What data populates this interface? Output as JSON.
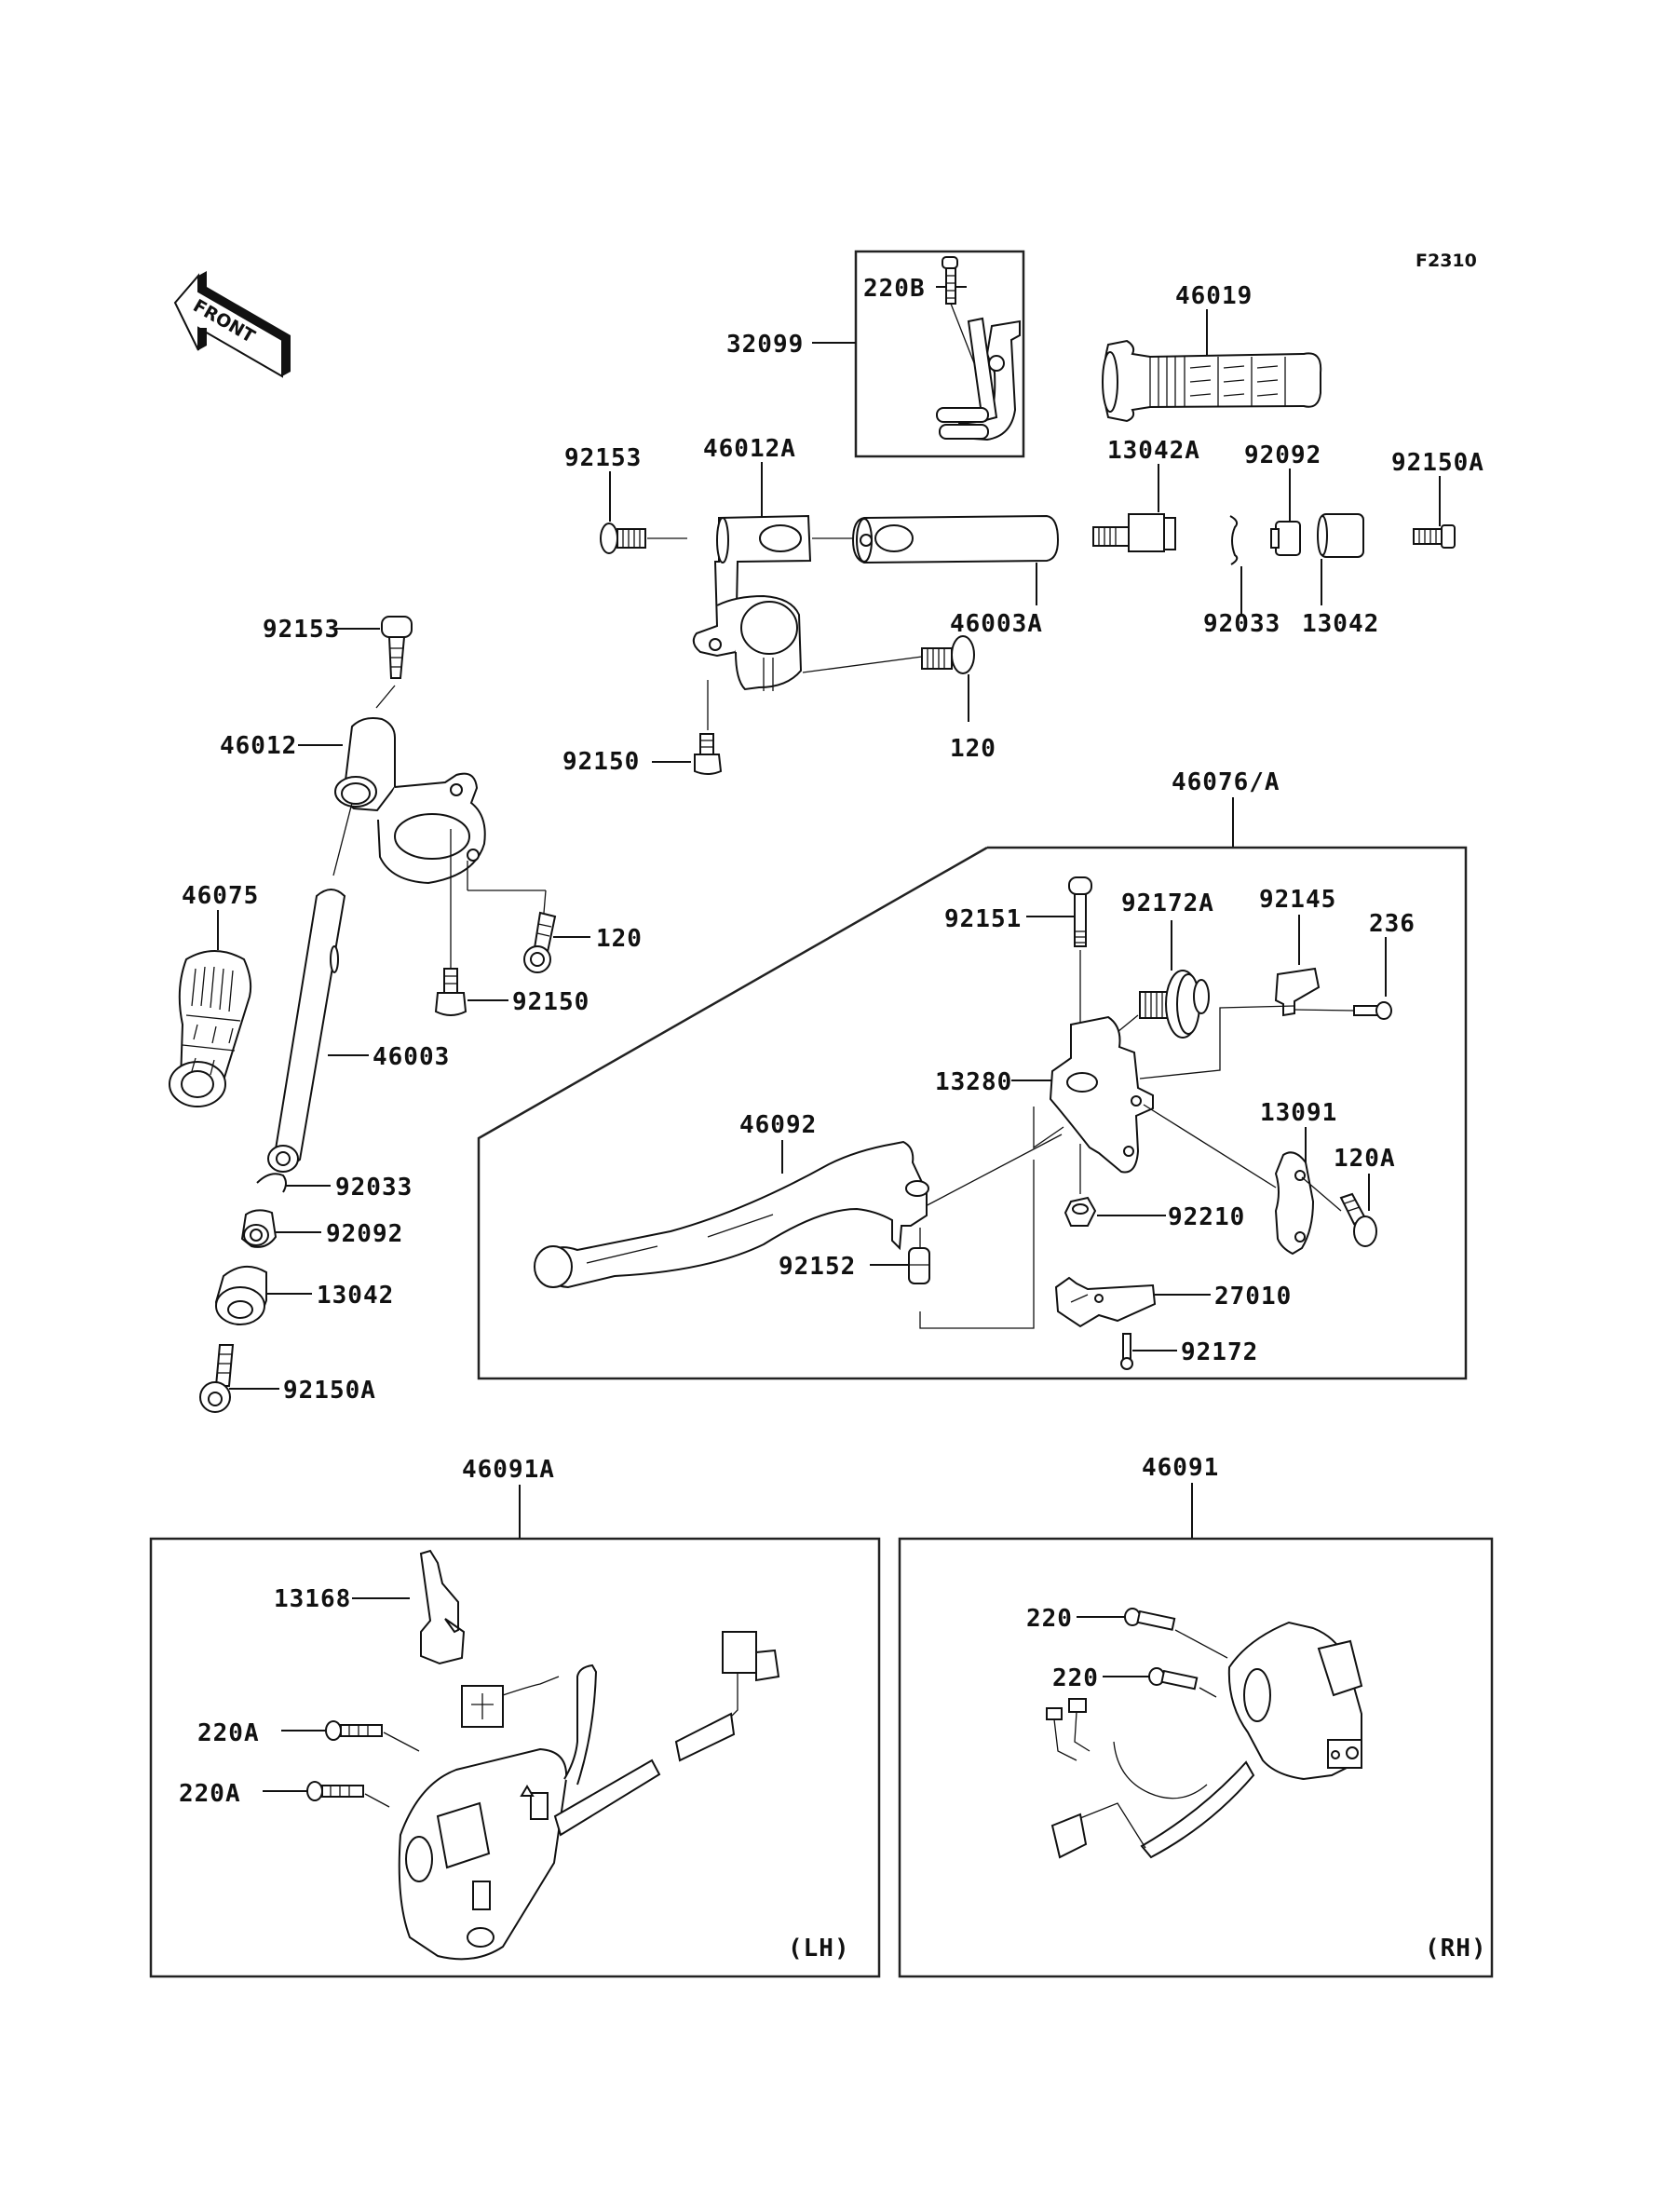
{
  "figure_code": "F2310",
  "front_indicator": {
    "text": "FRONT",
    "icon": "front-arrow-icon"
  },
  "labels": {
    "p220B": "220B",
    "p32099": "32099",
    "p46019": "46019",
    "p92153_top": "92153",
    "p46012A": "46012A",
    "p13042A": "13042A",
    "p92092_top": "92092",
    "p92150A_top": "92150A",
    "p46003A": "46003A",
    "p92033_top": "92033",
    "p13042_top": "13042",
    "p120_top": "120",
    "p92150_top": "92150",
    "p92153_left": "92153",
    "p46012": "46012",
    "p46075": "46075",
    "p120_left": "120",
    "p92150_left": "92150",
    "p46003": "46003",
    "p92033_left": "92033",
    "p92092_left": "92092",
    "p13042_left": "13042",
    "p92150A_left": "92150A",
    "p46076A": "46076/A",
    "p92151": "92151",
    "p92172A": "92172A",
    "p92145": "92145",
    "p236": "236",
    "p13280": "13280",
    "p13091": "13091",
    "p120A": "120A",
    "p46092": "46092",
    "p92210": "92210",
    "p92152": "92152",
    "p27010": "27010",
    "p92172": "92172",
    "p46091A": "46091A",
    "p13168": "13168",
    "p220A_1": "220A",
    "p220A_2": "220A",
    "lh_tag": "(LH)",
    "p46091": "46091",
    "p220_1": "220",
    "p220_2": "220",
    "rh_tag": "(RH)"
  }
}
